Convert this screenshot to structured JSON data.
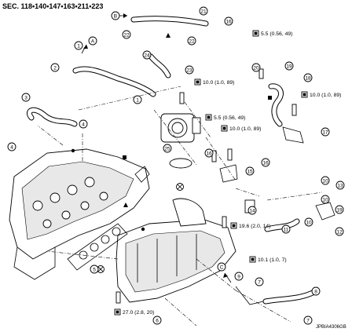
{
  "header": "SEC. 118•140•147•163•211•223",
  "code": "JPBIA4306GB",
  "letter_refs": [
    "A",
    "B",
    "C"
  ],
  "callouts": [
    "1",
    "2",
    "3",
    "4",
    "5",
    "6",
    "7",
    "8",
    "9",
    "10",
    "11",
    "12",
    "13",
    "14",
    "15",
    "16",
    "17",
    "18",
    "19",
    "20",
    "21",
    "22",
    "23",
    "24",
    "25"
  ],
  "torques": {
    "t1": "5.5 (0.56, 49)",
    "t2": "10.0 (1.0, 89)",
    "t3": "10.0 (1.0, 89)",
    "t4": "5.5 (0.56, 49)",
    "t5": "10.0 (1.0, 89)",
    "t6": "19.6 (2.0, 14)",
    "t7": "10.1 (1.0, 7)",
    "t8": "27.0 (2.8, 20)"
  }
}
